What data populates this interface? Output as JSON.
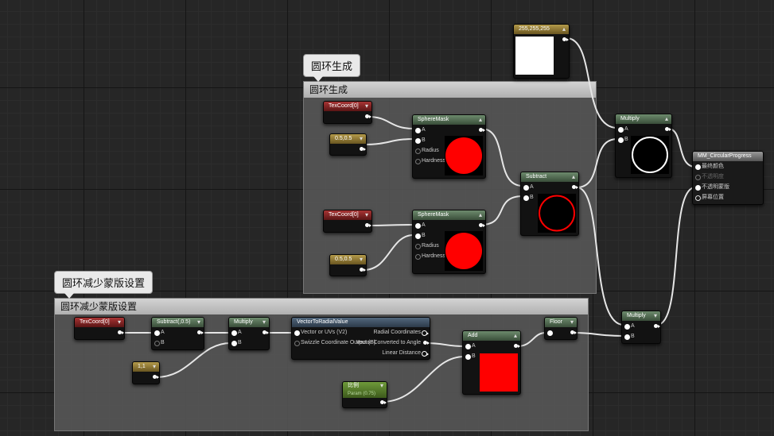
{
  "comments": {
    "ring": {
      "bubble": "圆环生成",
      "title": "圆环生成"
    },
    "mask": {
      "bubble": "圆环减少蒙版设置",
      "title": "圆环减少蒙版设置"
    }
  },
  "nodes": {
    "texcoord_a": {
      "title": "TexCoord[0]"
    },
    "const_a": {
      "title": "0.5,0.5"
    },
    "texcoord_b": {
      "title": "TexCoord[0]"
    },
    "const_b": {
      "title": "0.5,0.5"
    },
    "spheremask_a": {
      "title": "SphereMask",
      "pins": [
        "A",
        "B",
        "Radius",
        "Hardness"
      ]
    },
    "spheremask_b": {
      "title": "SphereMask",
      "pins": [
        "A",
        "B",
        "Radius",
        "Hardness"
      ]
    },
    "subtract_ring": {
      "title": "Subtract",
      "pins": [
        "A",
        "B"
      ]
    },
    "color_white": {
      "title": "255,255,255"
    },
    "multiply_top": {
      "title": "Multiply",
      "pins": [
        "A",
        "B"
      ]
    },
    "material_output": {
      "title": "MM_CircularProgress",
      "pins": [
        "最终颜色",
        "不透明度",
        "不透明蒙版",
        "屏幕位置"
      ]
    },
    "texcoord_c": {
      "title": "TexCoord[0]"
    },
    "subtract_half": {
      "title": "Subtract(,0.5)",
      "pins": [
        "A",
        "B"
      ]
    },
    "multiply_mid": {
      "title": "Multiply",
      "pins": [
        "A",
        "B"
      ]
    },
    "const_c": {
      "title": "1,1"
    },
    "vector_radial": {
      "title": "VectorToRadialValue",
      "inputs": [
        "Vector or UVs (V2)",
        "Swizzle Coordinate Output (B)"
      ],
      "outputs": [
        "Radial Coordinates",
        "Vector Converted to Angle",
        "Linear Distance"
      ]
    },
    "add": {
      "title": "Add",
      "pins": [
        "A",
        "B"
      ]
    },
    "param": {
      "title": "比例",
      "subtitle": "Param (0.75)"
    },
    "floor": {
      "title": "Floor"
    },
    "multiply_bottom": {
      "title": "Multiply",
      "pins": [
        "A",
        "B"
      ]
    }
  }
}
